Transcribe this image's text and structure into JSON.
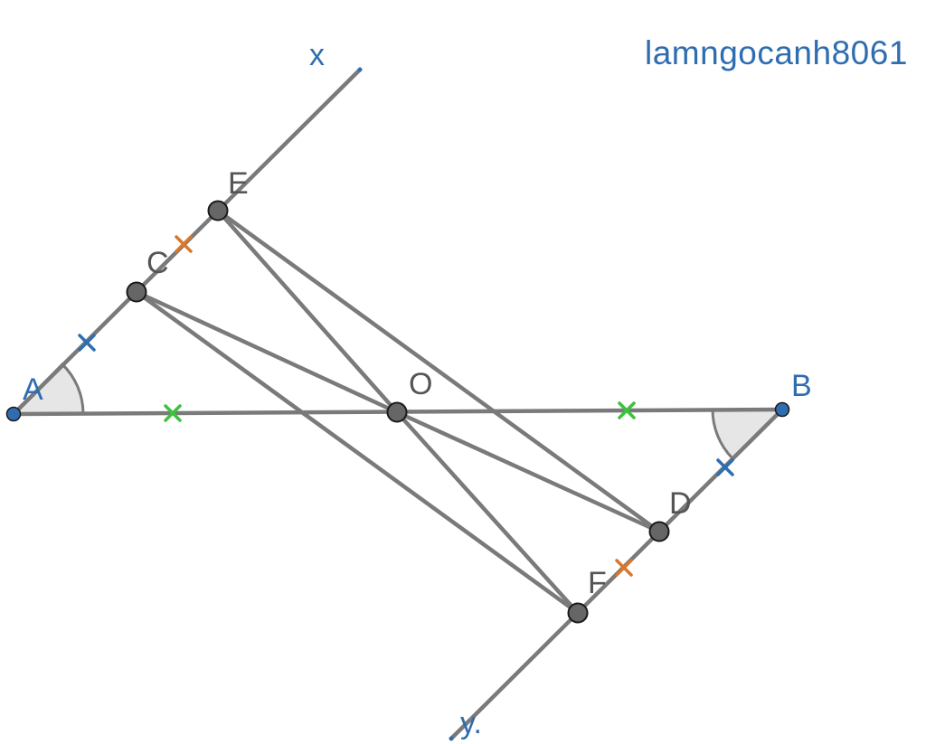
{
  "watermark": "lamngocanh8061",
  "points": {
    "A": "A",
    "B": "B",
    "C": "C",
    "D": "D",
    "E": "E",
    "F": "F",
    "O": "O"
  },
  "rays": {
    "x": "x",
    "y": "y."
  },
  "colors": {
    "line": "#7a7a7a",
    "label_gray": "#555555",
    "label_blue": "#2f6db0",
    "point_gray": "#666666",
    "point_blue": "#2f6db0",
    "tick_blue": "#2f6db0",
    "tick_orange": "#d9772b",
    "tick_green": "#3cc23c",
    "angle_fill": "#e6e6e6"
  }
}
